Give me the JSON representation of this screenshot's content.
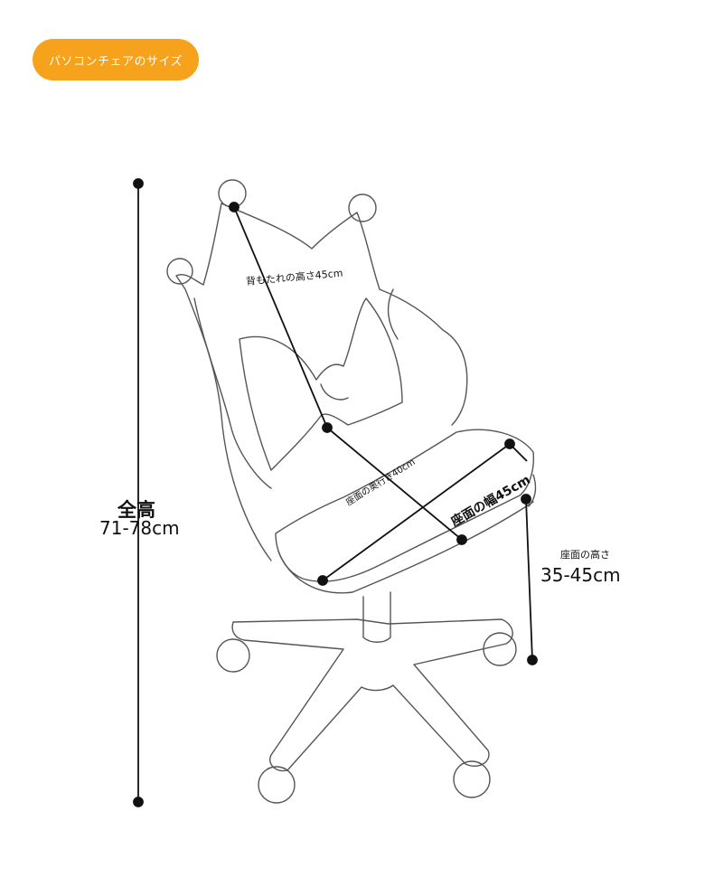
{
  "header": {
    "title": "パソコンチェアのサイズ"
  },
  "dimensions": {
    "total_height": {
      "label": "全高",
      "value": "71-78cm"
    },
    "backrest_height": {
      "label": "背もたれの高さ45cm"
    },
    "seat_depth": {
      "label": "座面の奥行き40cm"
    },
    "seat_width": {
      "label": "座面の幅45cm"
    },
    "seat_height": {
      "label": "座面の高さ",
      "value": "35-45cm"
    }
  },
  "colors": {
    "accent": "#f6a21c",
    "line": "#111111",
    "outline": "#555555"
  }
}
